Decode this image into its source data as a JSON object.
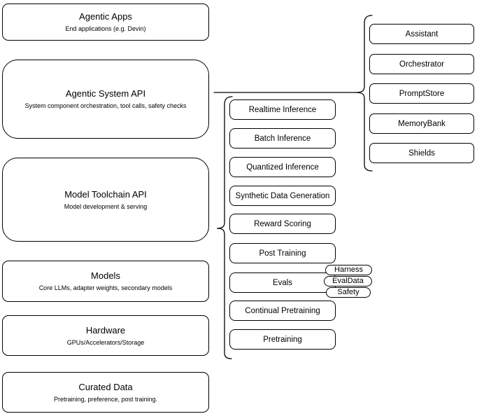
{
  "diagram": {
    "colors": {
      "stroke": "#000000",
      "fill": "#ffffff",
      "background": "#ffffff"
    },
    "left_column": [
      {
        "title": "Agentic Apps",
        "subtitle": "End applications (e.g. Devin)"
      },
      {
        "title": "Agentic System API",
        "subtitle": "System component orchestration, tool calls, safety checks"
      },
      {
        "title": "Model Toolchain API",
        "subtitle": "Model development & serving"
      },
      {
        "title": "Models",
        "subtitle": "Core LLMs, adapter weights, secondary models"
      },
      {
        "title": "Hardware",
        "subtitle": "GPUs/Accelerators/Storage"
      },
      {
        "title": "Curated Data",
        "subtitle": "Pretraining, preference, post training."
      }
    ],
    "toolchain_items": [
      "Realtime Inference",
      "Batch Inference",
      "Quantized Inference",
      "Synthetic Data Generation",
      "Reward Scoring",
      "Post Training",
      "Evals",
      "Continual Pretraining",
      "Pretraining"
    ],
    "eval_tags": [
      "Harness",
      "EvalData",
      "Safety"
    ],
    "system_components": [
      "Assistant",
      "Orchestrator",
      "PromptStore",
      "MemoryBank",
      "Shields"
    ]
  }
}
